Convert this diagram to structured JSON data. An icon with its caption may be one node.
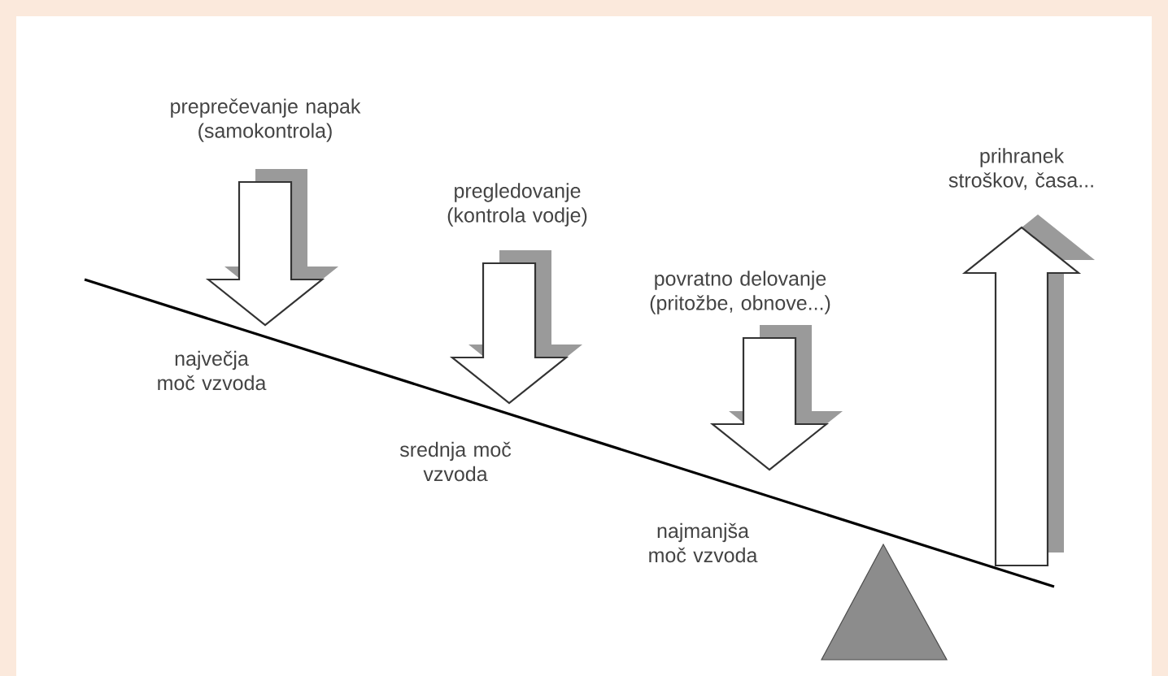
{
  "diagram": {
    "labels": [
      "preprečevanje napak (samokontrola)",
      "pregledovanje (kontrola vodje)",
      "povratno delovanje (pritožbe, obnove...)",
      "prihranek stroškov, časa...",
      "največja moč vzvoda",
      "srednja moč vzvoda",
      "najmanjša moč vzvoda"
    ]
  }
}
